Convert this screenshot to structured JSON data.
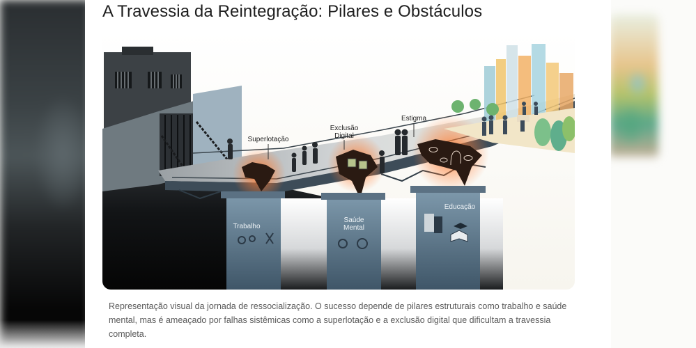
{
  "page": {
    "title": "A Travessia da Reintegração: Pilares e Obstáculos",
    "caption": "Representação visual da jornada de ressocialização. O sucesso depende de pilares estruturais como trabalho e saúde mental, mas é ameaçado por falhas sistêmicas como a superlotação e a exclusão digital que dificultam a travessia completa."
  },
  "illustration": {
    "description": "Bridge from a prison to a city, supported by pillars and broken by cracks",
    "obstacles": [
      {
        "label_line1": "Superlotação",
        "label_line2": ""
      },
      {
        "label_line1": "Exclusão",
        "label_line2": "Digital"
      },
      {
        "label_line1": "Estigma",
        "label_line2": ""
      }
    ],
    "pillars": [
      {
        "label_line1": "Trabalho",
        "label_line2": ""
      },
      {
        "label_line1": "Saúde",
        "label_line2": "Mental"
      },
      {
        "label_line1": "Educação",
        "label_line2": ""
      }
    ],
    "start": "prison",
    "end": "city",
    "colors": {
      "prison_dark": "#2b2f33",
      "pillar_blue": "#5f7d92",
      "crack_orange": "#e8632a",
      "bridge_deck": "#cfd3d6",
      "city_yellow": "#f0c46a",
      "city_green": "#6db36f"
    }
  }
}
